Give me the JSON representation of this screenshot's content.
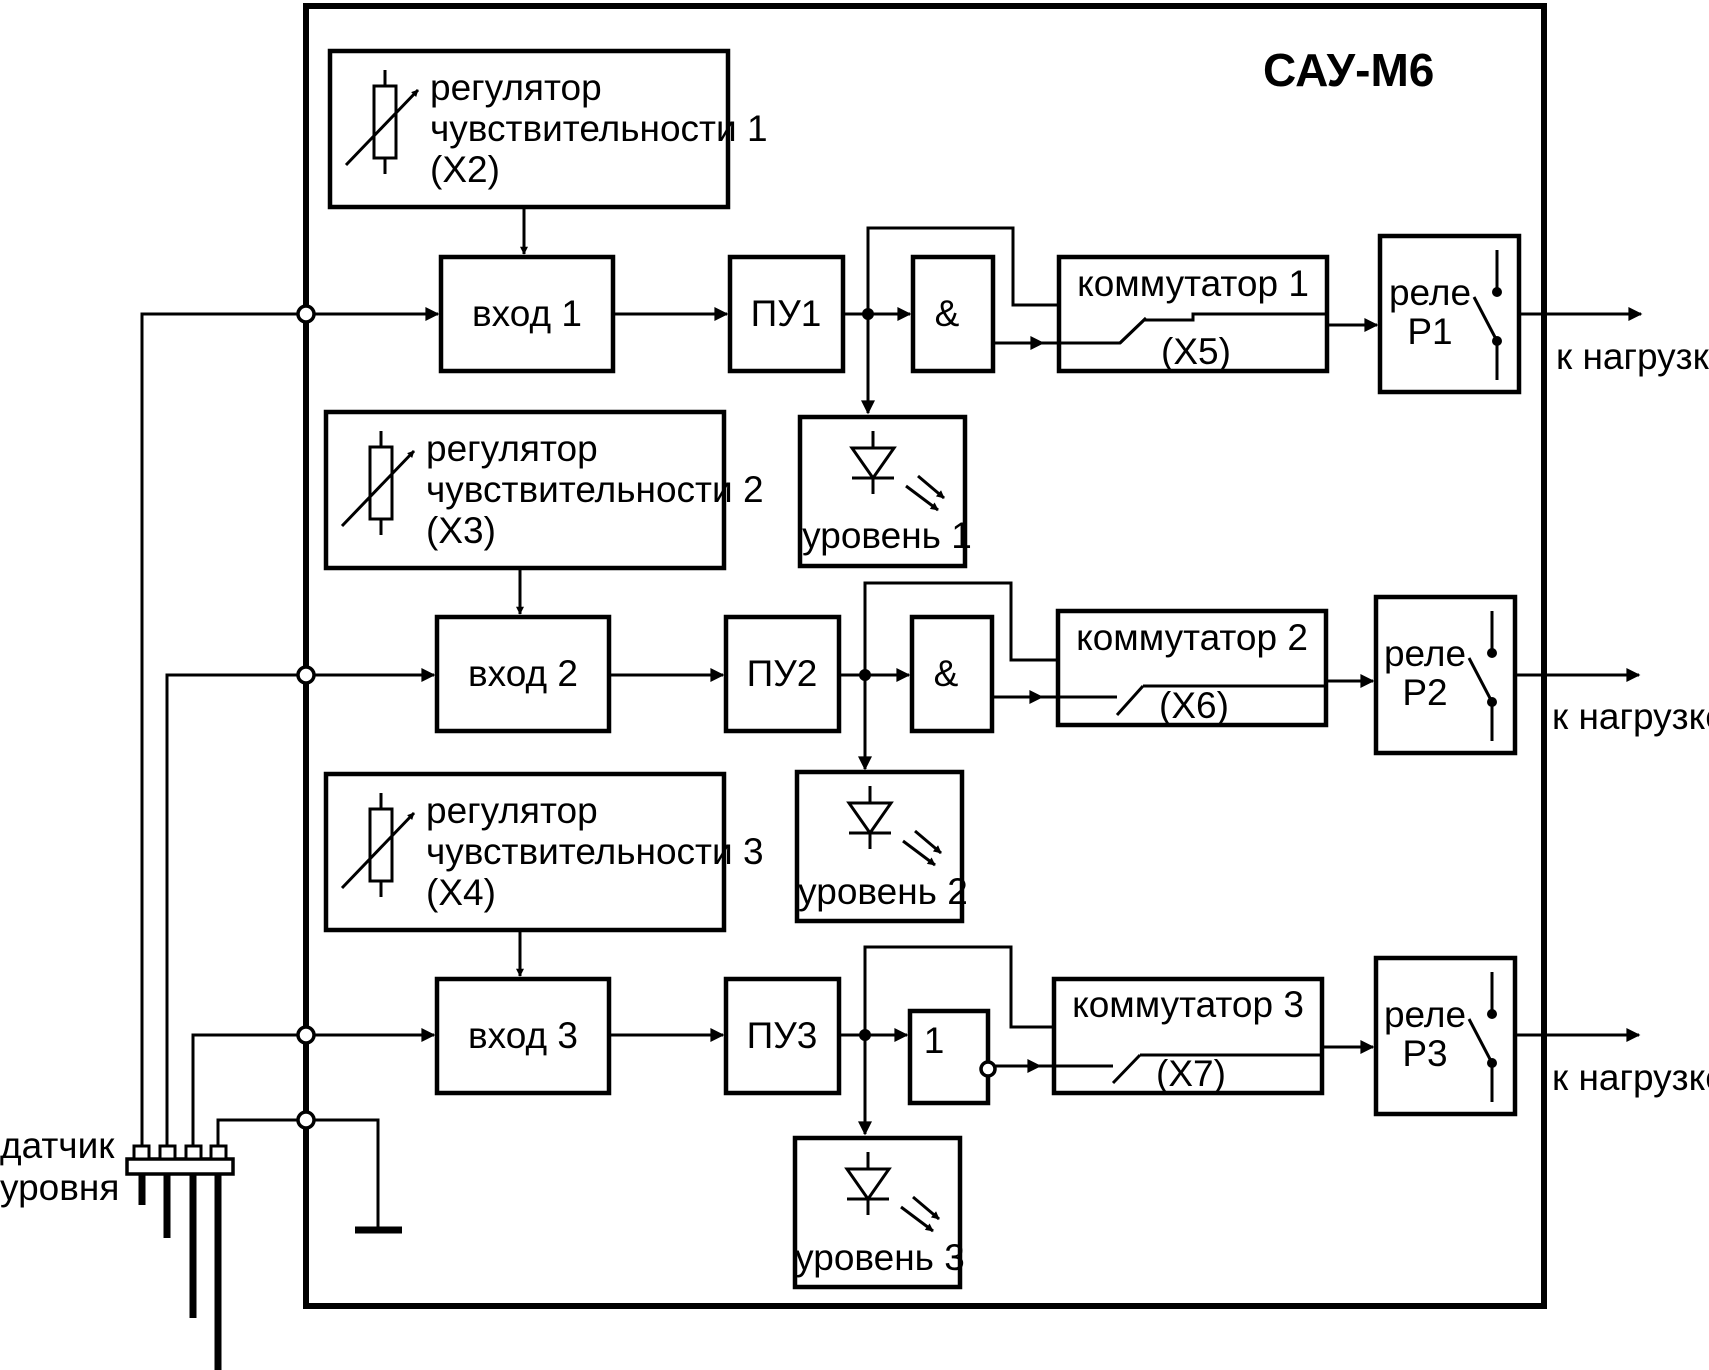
{
  "title": "САУ-М6",
  "sensor_label": [
    "датчик",
    "уровня"
  ],
  "channels": [
    {
      "regulator": [
        "регулятор",
        "чувствительности 1",
        "(X2)"
      ],
      "input": "вход 1",
      "amplifier": "ПУ1",
      "gate": "&",
      "indicator": "уровень 1",
      "switch": "коммутатор 1",
      "switch_jumper": "(X5)",
      "relay": [
        "реле",
        "Р1"
      ],
      "output": "к нагрузке"
    },
    {
      "regulator": [
        "регулятор",
        "чувствительности 2",
        "(X3)"
      ],
      "input": "вход 2",
      "amplifier": "ПУ2",
      "gate": "&",
      "indicator": "уровень 2",
      "switch": "коммутатор 2",
      "switch_jumper": "(X6)",
      "relay": [
        "реле",
        "Р2"
      ],
      "output": "к нагрузке"
    },
    {
      "regulator": [
        "регулятор",
        "чувствительности 3",
        "(X4)"
      ],
      "input": "вход 3",
      "amplifier": "ПУ3",
      "gate": "1",
      "indicator": "уровень 3",
      "switch": "коммутатор 3",
      "switch_jumper": "(X7)",
      "relay": [
        "реле",
        "Р3"
      ],
      "output": "к нагрузке"
    }
  ]
}
